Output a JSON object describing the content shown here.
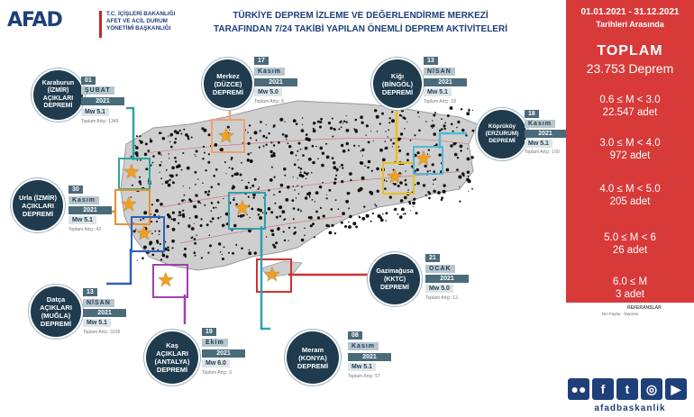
{
  "logo": {
    "mark": "AFAD",
    "sub": "T.C. İÇİŞLERİ BAKANLIĞI\nAFET VE ACİL DURUM\nYÖNETİMİ BAŞKANLIĞI"
  },
  "title": {
    "line1": "TÜRKİYE DEPREM İZLEME VE DEĞERLENDİRME MERKEZİ",
    "line2": "TARAFINDAN 7/24 TAKİBİ YAPILAN ÖNEMLİ DEPREM AKTİVİTELERİ"
  },
  "period": {
    "range": "01.01.2021 - 31.12.2021",
    "label": "Tarihleri Arasında"
  },
  "total": {
    "label": "TOPLAM",
    "value": "23.753 Deprem"
  },
  "ranges": [
    {
      "range": "0.6 ≤ M < 3.0",
      "count": "22.547 adet"
    },
    {
      "range": "3.0 ≤ M < 4.0",
      "count": "972 adet"
    },
    {
      "range": "4.0 ≤ M < 5.0",
      "count": "205 adet"
    },
    {
      "range": "5.0 ≤ M < 6",
      "count": "26 adet"
    },
    {
      "range": "6.0 ≤ M",
      "count": "3 adet"
    }
  ],
  "quakes": [
    {
      "name": "Karaburun (İZMİR) AÇIKLARI DEPREMİ",
      "day": "01",
      "month": "ŞUBAT",
      "year": "2021",
      "mw": "Mw 5.1",
      "after": "Toplam Artçı: 1349",
      "color": "#2aa89a"
    },
    {
      "name": "Merkez (DÜZCE) DEPREMİ",
      "day": "17",
      "month": "Kasım",
      "year": "2021",
      "mw": "Mw 5.0",
      "after": "Toplam Artçı: 6",
      "color": "#f0a070"
    },
    {
      "name": "Kiğı (BİNGÖL) DEPREMİ",
      "day": "13",
      "month": "NİSAN",
      "year": "2021",
      "mw": "Mw 5.1",
      "after": "Toplam Artçı: 18",
      "color": "#e8c020"
    },
    {
      "name": "Köprüköy (ERZURUM) DEPREMİ",
      "day": "18",
      "month": "Kasım",
      "year": "2021",
      "mw": "Mw 5.1",
      "after": "Toplam Artçı: 100",
      "color": "#50b8d8"
    },
    {
      "name": "Urla (İZMİR) AÇIKLARI DEPREMİ",
      "day": "30",
      "month": "Kasım",
      "year": "2021",
      "mw": "Mw 5.1",
      "after": "Toplam Artçı: 43",
      "color": "#e89030"
    },
    {
      "name": "Gazimağusa (KKTC) DEPREMİ",
      "day": "21",
      "month": "OCAK",
      "year": "2021",
      "mw": "Mw 5.0",
      "after": "Toplam Artçı: 12",
      "color": "#d03030"
    },
    {
      "name": "Datça AÇIKLARI (MUĞLA) DEPREMİ",
      "day": "13",
      "month": "NİSAN",
      "year": "2021",
      "mw": "Mw 5.1",
      "after": "Toplam Artçı: 3156",
      "color": "#3060c0"
    },
    {
      "name": "Kaş AÇIKLARI (ANTALYA) DEPREMİ",
      "day": "19",
      "month": "Ekim",
      "year": "2021",
      "mw": "Mw 6.0",
      "after": "Toplam Artçı: 3",
      "color": "#a040b0"
    },
    {
      "name": "Meram (KONYA) DEPREMİ",
      "day": "08",
      "month": "Kasım",
      "year": "2021",
      "mw": "Mw 5.1",
      "after": "Toplam Artçı: 57",
      "color": "#30a0b0"
    }
  ],
  "legend": {
    "fault": "Diri Faylar",
    "quake": "Deprem",
    "refs": "REFERANSLAR"
  },
  "social": {
    "handle": "afadbaskanlik"
  }
}
